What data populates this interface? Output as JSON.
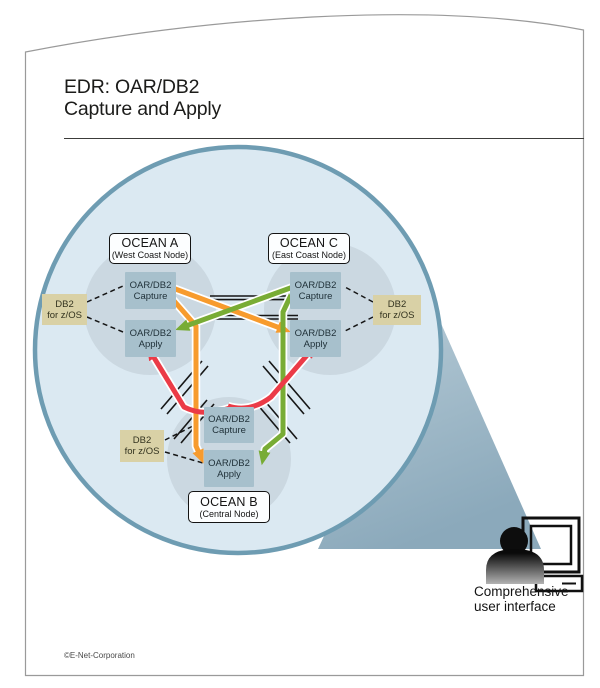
{
  "page": {
    "title": [
      "EDR: OAR/DB2",
      "Capture and Apply"
    ],
    "caption": [
      "Comprehensive",
      "user interface"
    ],
    "copyright": "©E-Net-Corporation"
  },
  "diagram": {
    "nodes": [
      {
        "id": "ocean-a",
        "title": "OCEAN A",
        "subtitle": "(West Coast Node)",
        "capture": [
          "OAR/DB2",
          "Capture"
        ],
        "apply": [
          "OAR/DB2",
          "Apply"
        ],
        "database": [
          "DB2",
          "for z/OS"
        ]
      },
      {
        "id": "ocean-c",
        "title": "OCEAN C",
        "subtitle": "(East Coast Node)",
        "capture": [
          "OAR/DB2",
          "Capture"
        ],
        "apply": [
          "OAR/DB2",
          "Apply"
        ],
        "database": [
          "DB2",
          "for z/OS"
        ]
      },
      {
        "id": "ocean-b",
        "title": "OCEAN B",
        "subtitle": "(Central Node)",
        "capture": [
          "OAR/DB2",
          "Capture"
        ],
        "apply": [
          "OAR/DB2",
          "Apply"
        ],
        "database": [
          "DB2",
          "for z/OS"
        ]
      }
    ],
    "flows": [
      {
        "from": "OCEAN A Capture",
        "to": [
          "OCEAN C Apply",
          "OCEAN B Apply"
        ],
        "color": "#F79B2D"
      },
      {
        "from": "OCEAN C Capture",
        "to": [
          "OCEAN A Apply",
          "OCEAN B Apply"
        ],
        "color": "#78AC35"
      },
      {
        "from": "OCEAN B Capture",
        "to": [
          "OCEAN A Apply",
          "OCEAN C Apply"
        ],
        "color": "#EB3B47"
      }
    ],
    "colors": {
      "circle_fill": "#DBE9F2",
      "circle_stroke": "#6E9CB2",
      "node_circle": "#CBD8E1",
      "process_box": "#A7C0CC",
      "db_box": "#D9D1A6",
      "wedge_top": "#B9CDD8",
      "wedge_bottom": "#8BA9BB",
      "arrow_orange": "#F79B2D",
      "arrow_green": "#78AC35",
      "arrow_red": "#EB3B47",
      "link_line": "#161616"
    }
  }
}
